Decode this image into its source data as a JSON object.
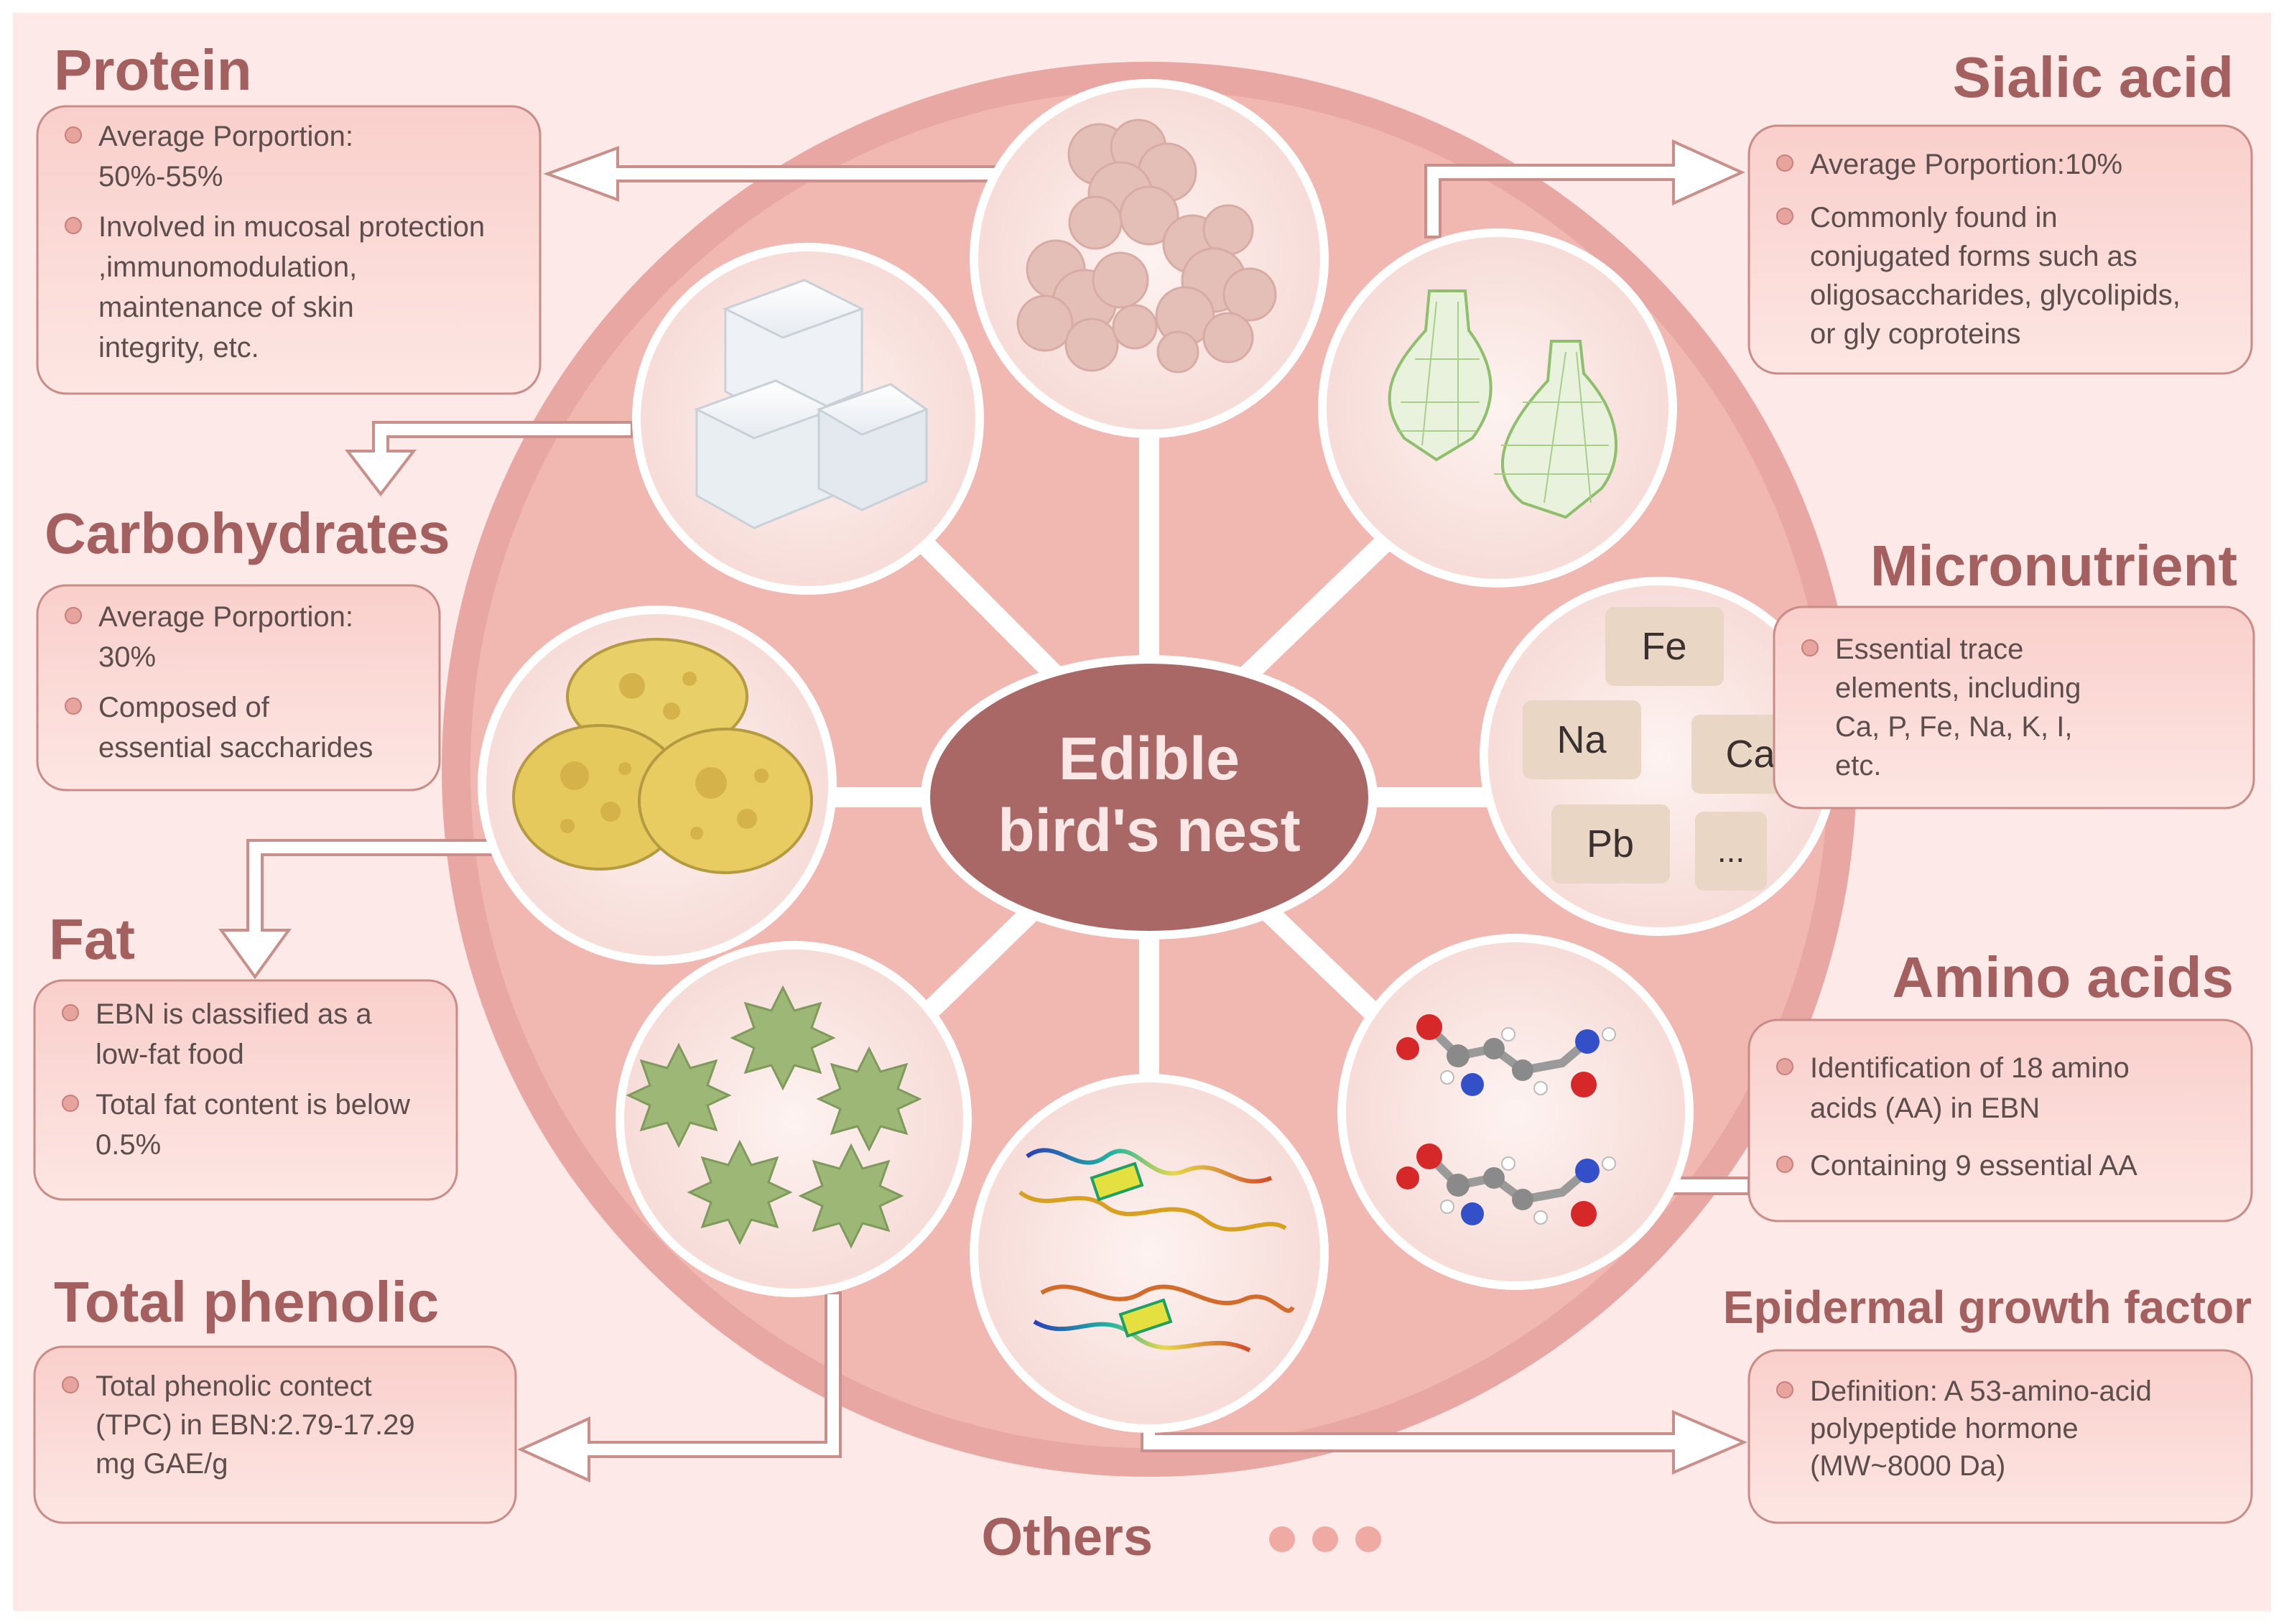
{
  "center": {
    "line1": "Edible",
    "line2": "bird's nest"
  },
  "colors": {
    "background": "#fde9e7",
    "wheel": "#e9a8a3",
    "wheel_inner": "#f2b9b3",
    "center": "#a96866",
    "card_fill": "#fbdcd9",
    "card_stroke": "#c98c87",
    "title": "#a3605e",
    "dot": "#e7a39d",
    "element_tile": "#e9d6c5"
  },
  "protein": {
    "title": "Protein",
    "items": [
      {
        "lines": [
          "Average Porportion:",
          "50%-55%"
        ]
      },
      {
        "lines": [
          "Involved in mucosal protection",
          ",immunomodulation,",
          "maintenance of skin",
          "integrity, etc."
        ]
      }
    ]
  },
  "carbohydrates": {
    "title": "Carbohydrates",
    "items": [
      {
        "lines": [
          "Average Porportion:",
          "30%"
        ]
      },
      {
        "lines": [
          "Composed of",
          "essential saccharides"
        ]
      }
    ]
  },
  "fat": {
    "title": "Fat",
    "items": [
      {
        "lines": [
          "EBN is classified as a",
          "low-fat food"
        ]
      },
      {
        "lines": [
          "Total fat content is below",
          "0.5%"
        ]
      }
    ]
  },
  "total_phenolic": {
    "title": "Total phenolic",
    "items": [
      {
        "lines": [
          "Total phenolic contect",
          "(TPC) in EBN:2.79-17.29",
          "mg GAE/g"
        ]
      }
    ]
  },
  "sialic_acid": {
    "title": "Sialic acid",
    "items": [
      {
        "lines": [
          "Average Porportion:10%"
        ]
      },
      {
        "lines": [
          "Commonly found in",
          "conjugated forms such as",
          "oligosaccharides, glycolipids,",
          "or gly coproteins"
        ]
      }
    ]
  },
  "micronutrient": {
    "title": "Micronutrient",
    "items": [
      {
        "lines": [
          "Essential trace",
          "elements, including",
          "Ca, P, Fe, Na, K, I,",
          "etc."
        ]
      }
    ],
    "elements": [
      "Fe",
      "Na",
      "Ca",
      "Pb",
      "..."
    ]
  },
  "amino_acids": {
    "title": "Amino acids",
    "items": [
      {
        "lines": [
          "Identification of 18 amino",
          "acids (AA) in EBN"
        ]
      },
      {
        "lines": [
          "Containing 9 essential AA"
        ]
      }
    ]
  },
  "egf": {
    "title": "Epidermal growth factor",
    "items": [
      {
        "lines": [
          "Definition: A 53-amino-acid",
          "polypeptide hormone",
          "(MW~8000 Da)"
        ]
      }
    ]
  },
  "others": {
    "label": "Others"
  }
}
